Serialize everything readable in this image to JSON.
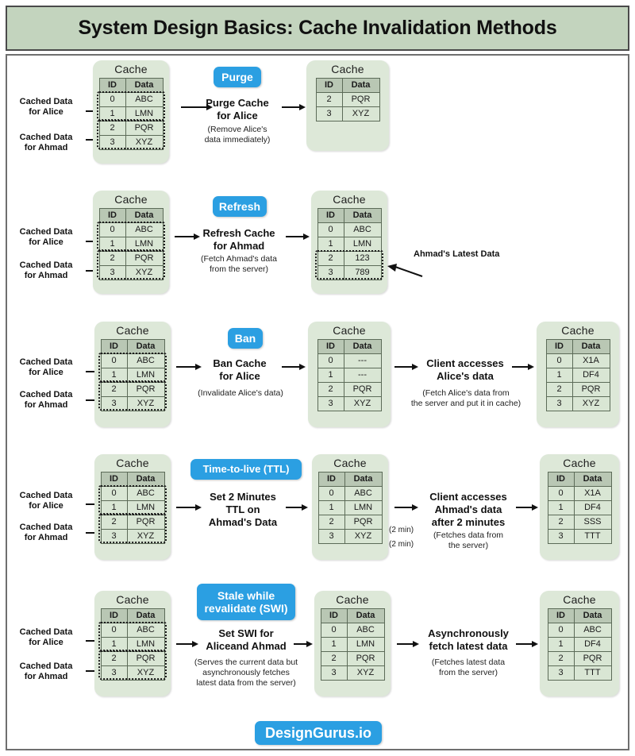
{
  "header": {
    "title": "System Design Basics: Cache Invalidation Methods"
  },
  "footer": {
    "brand": "DesignGurus.io"
  },
  "colors": {
    "header_band": "#c3d4be",
    "badge_blue": "#2b9fe2",
    "cache_card": "#dde8d8",
    "table_header": "#b9c7b4",
    "table_cell": "#d9e6d4",
    "text": "#111111"
  },
  "common": {
    "cache_title": "Cache",
    "col_id": "ID",
    "col_data": "Data",
    "label_alice": "Cached Data\nfor Alice",
    "label_alice_line1": "Cached Data",
    "label_alice_line2": "for Alice",
    "label_ahmad_line1": "Cached Data",
    "label_ahmad_line2": "for Ahmad"
  },
  "rows": [
    {
      "id": "purge",
      "badge": "Purge",
      "step_main_line1": "Purge Cache",
      "step_main_line2": "for Alice",
      "step_sub_line1": "(Remove Alice's",
      "step_sub_line2": "data immediately)",
      "tables": [
        {
          "name": "cache-before",
          "title": "Cache",
          "rows": [
            [
              "0",
              "ABC"
            ],
            [
              "1",
              "LMN"
            ],
            [
              "2",
              "PQR"
            ],
            [
              "3",
              "XYZ"
            ]
          ]
        },
        {
          "name": "cache-after",
          "title": "Cache",
          "rows": [
            [
              "2",
              "PQR"
            ],
            [
              "3",
              "XYZ"
            ]
          ]
        }
      ]
    },
    {
      "id": "refresh",
      "badge": "Refresh",
      "step_main_line1": "Refresh Cache",
      "step_main_line2": "for Ahmad",
      "step_sub_line1": "(Fetch Ahmad's data",
      "step_sub_line2": "from the server)",
      "annotation": "Ahmad's Latest Data",
      "tables": [
        {
          "name": "cache-before",
          "title": "Cache",
          "rows": [
            [
              "0",
              "ABC"
            ],
            [
              "1",
              "LMN"
            ],
            [
              "2",
              "PQR"
            ],
            [
              "3",
              "XYZ"
            ]
          ]
        },
        {
          "name": "cache-after",
          "title": "Cache",
          "rows": [
            [
              "0",
              "ABC"
            ],
            [
              "1",
              "LMN"
            ],
            [
              "2",
              "123"
            ],
            [
              "3",
              "789"
            ]
          ]
        }
      ]
    },
    {
      "id": "ban",
      "badge": "Ban",
      "step_main_line1": "Ban Cache",
      "step_main_line2": "for Alice",
      "step_sub_line1": "(Invalidate Alice's data)",
      "step2_main_line1": "Client accesses",
      "step2_main_line2": "Alice's data",
      "step2_sub_line1": "(Fetch Alice's data from",
      "step2_sub_line2": "the server and put it in cache)",
      "tables": [
        {
          "name": "cache-before",
          "title": "Cache",
          "rows": [
            [
              "0",
              "ABC"
            ],
            [
              "1",
              "LMN"
            ],
            [
              "2",
              "PQR"
            ],
            [
              "3",
              "XYZ"
            ]
          ]
        },
        {
          "name": "cache-mid",
          "title": "Cache",
          "rows": [
            [
              "0",
              "---"
            ],
            [
              "1",
              "---"
            ],
            [
              "2",
              "PQR"
            ],
            [
              "3",
              "XYZ"
            ]
          ]
        },
        {
          "name": "cache-after",
          "title": "Cache",
          "rows": [
            [
              "0",
              "X1A"
            ],
            [
              "1",
              "DF4"
            ],
            [
              "2",
              "PQR"
            ],
            [
              "3",
              "XYZ"
            ]
          ]
        }
      ]
    },
    {
      "id": "ttl",
      "badge": "Time-to-live (TTL)",
      "step_main_line1": "Set 2 Minutes",
      "step_main_line2": "TTL on",
      "step_main_line3": "Ahmad's Data",
      "step2_main_line1": "Client accesses",
      "step2_main_line2": "Ahmad's data",
      "step2_main_line3": "after 2 minutes",
      "step2_sub_line1": "(Fetches data from",
      "step2_sub_line2": "the server)",
      "ttl_tag_row2": "(2 min)",
      "ttl_tag_row3": "(2 min)",
      "tables": [
        {
          "name": "cache-before",
          "title": "Cache",
          "rows": [
            [
              "0",
              "ABC"
            ],
            [
              "1",
              "LMN"
            ],
            [
              "2",
              "PQR"
            ],
            [
              "3",
              "XYZ"
            ]
          ]
        },
        {
          "name": "cache-mid",
          "title": "Cache",
          "rows": [
            [
              "0",
              "ABC"
            ],
            [
              "1",
              "LMN"
            ],
            [
              "2",
              "PQR"
            ],
            [
              "3",
              "XYZ"
            ]
          ]
        },
        {
          "name": "cache-after",
          "title": "Cache",
          "rows": [
            [
              "0",
              "X1A"
            ],
            [
              "1",
              "DF4"
            ],
            [
              "2",
              "SSS"
            ],
            [
              "3",
              "TTT"
            ]
          ]
        }
      ]
    },
    {
      "id": "swi",
      "badge_line1": "Stale while",
      "badge_line2": "revalidate (SWI)",
      "step_main_line1": "Set SWI for",
      "step_main_line2": "Aliceand Ahmad",
      "step_sub_line1": "(Serves the current data but",
      "step_sub_line2": "asynchronously fetches",
      "step_sub_line3": "latest data from the server)",
      "step2_main_line1": "Asynchronously",
      "step2_main_line2": "fetch latest data",
      "step2_sub_line1": "(Fetches latest data",
      "step2_sub_line2": "from the server)",
      "tables": [
        {
          "name": "cache-before",
          "title": "Cache",
          "rows": [
            [
              "0",
              "ABC"
            ],
            [
              "1",
              "LMN"
            ],
            [
              "2",
              "PQR"
            ],
            [
              "3",
              "XYZ"
            ]
          ]
        },
        {
          "name": "cache-mid",
          "title": "Cache",
          "rows": [
            [
              "0",
              "ABC"
            ],
            [
              "1",
              "LMN"
            ],
            [
              "2",
              "PQR"
            ],
            [
              "3",
              "XYZ"
            ]
          ]
        },
        {
          "name": "cache-after",
          "title": "Cache",
          "rows": [
            [
              "0",
              "ABC"
            ],
            [
              "1",
              "DF4"
            ],
            [
              "2",
              "PQR"
            ],
            [
              "3",
              "TTT"
            ]
          ]
        }
      ]
    }
  ]
}
